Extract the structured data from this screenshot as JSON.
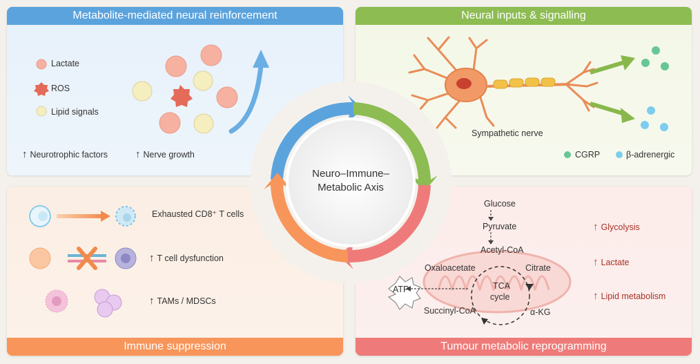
{
  "center_title": [
    "Neuro–Immune–",
    "Metabolic Axis"
  ],
  "panels": {
    "top_left": {
      "title": "Metabolite-mediated neural reinforcement",
      "legend": [
        "Lactate",
        "ROS",
        "Lipid signals"
      ],
      "effects": [
        "Neurotrophic factors",
        "Nerve growth"
      ]
    },
    "top_right": {
      "title": "Neural inputs & signalling",
      "nerve_label": "Sympathetic nerve",
      "legend": [
        "CGRP",
        "β-adrenergic"
      ]
    },
    "bottom_left": {
      "title": "Immune suppression",
      "rows": [
        "Exhausted CD8⁺ T cells",
        "T cell dysfunction",
        "TAMs / MDSCs"
      ]
    },
    "bottom_right": {
      "title": "Tumour metabolic reprogramming",
      "pathway": [
        "Glucose",
        "Pyruvate",
        "Acetyl-CoA"
      ],
      "cycle": {
        "oxaloacetate": "Oxaloacetate",
        "citrate": "Citrate",
        "center": [
          "TCA",
          "cycle"
        ],
        "succinyl": "Succinyl-CoA",
        "akg": "α-KG"
      },
      "atp": "ATP",
      "effects": [
        "Glycolysis",
        "Lactate",
        "Lipid metabolism"
      ]
    }
  },
  "colors": {
    "blue": "#5ba3dd",
    "green": "#8cbc52",
    "orange": "#f7955a",
    "red": "#ee7b79",
    "lactate": "#f6b1a0",
    "ros": "#e46a5a",
    "lipid": "#f5efbf",
    "cgrp": "#66c795",
    "beta": "#7dcdee"
  }
}
